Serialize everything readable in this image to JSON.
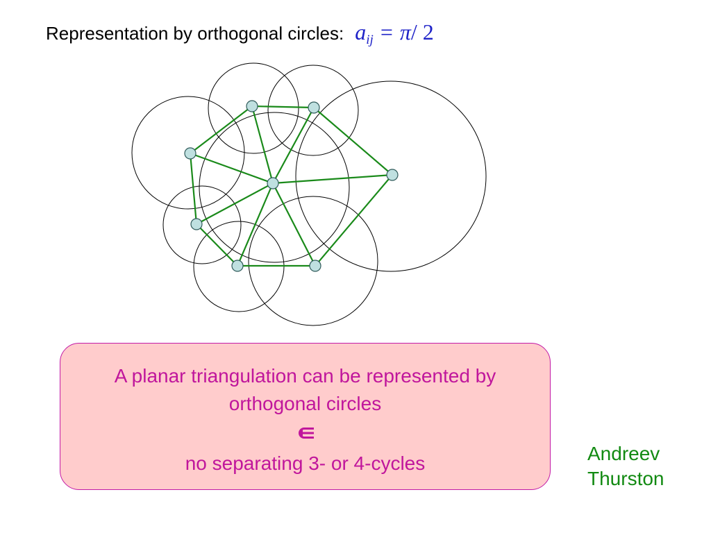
{
  "slide": {
    "title": "Representation by orthogonal circles:",
    "formula": {
      "var": "a",
      "sub": "ij",
      "op": "=",
      "rhs_pi": "π",
      "rhs_rest": "/ 2"
    }
  },
  "colors": {
    "formula": "#1f23c8",
    "circle_stroke": "#000000",
    "edge": "#1a8a1a",
    "node_fill": "#bfe0e0",
    "node_stroke": "#2f5a5a",
    "box_fill": "#ffcccc",
    "box_border": "#c21aa6",
    "box_text": "#c0169c",
    "authors_text": "#128a12"
  },
  "theorem": {
    "line1": "A planar triangulation can be represented by",
    "line2": "orthogonal circles",
    "iff_icon": "iff-arrow-icon",
    "line4": "no separating 3- or 4-cycles"
  },
  "authors": [
    "Andreev",
    "Thurston"
  ]
}
